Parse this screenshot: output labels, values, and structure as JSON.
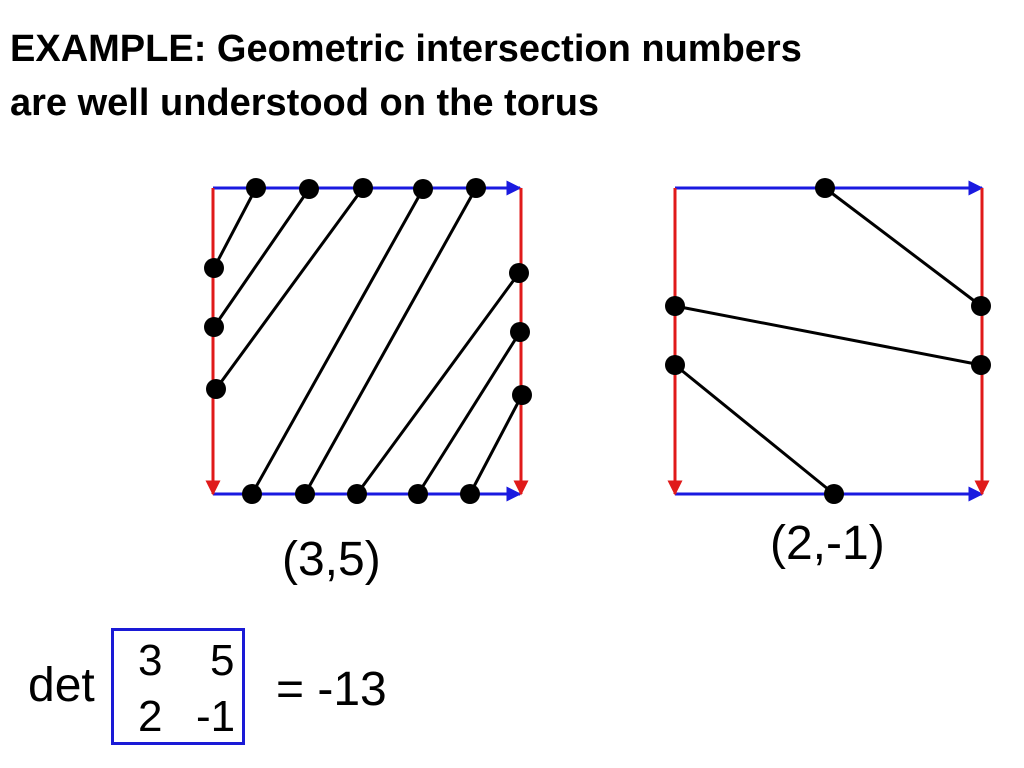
{
  "slide": {
    "title_line1": "EXAMPLE: Geometric intersection numbers",
    "title_line2": "are well understood on the torus"
  },
  "left_torus": {
    "caption": "(3,5)",
    "edge_colors": {
      "horizontal": "#1a1ae0",
      "vertical": "#e01a1a"
    }
  },
  "right_torus": {
    "caption": "(2,-1)",
    "edge_colors": {
      "horizontal": "#1a1ae0",
      "vertical": "#e01a1a"
    }
  },
  "determinant": {
    "label": "det",
    "matrix": [
      [
        "3",
        "5"
      ],
      [
        "2",
        "-1"
      ]
    ],
    "result": "= -13",
    "box_color": "#1a1ad6"
  }
}
